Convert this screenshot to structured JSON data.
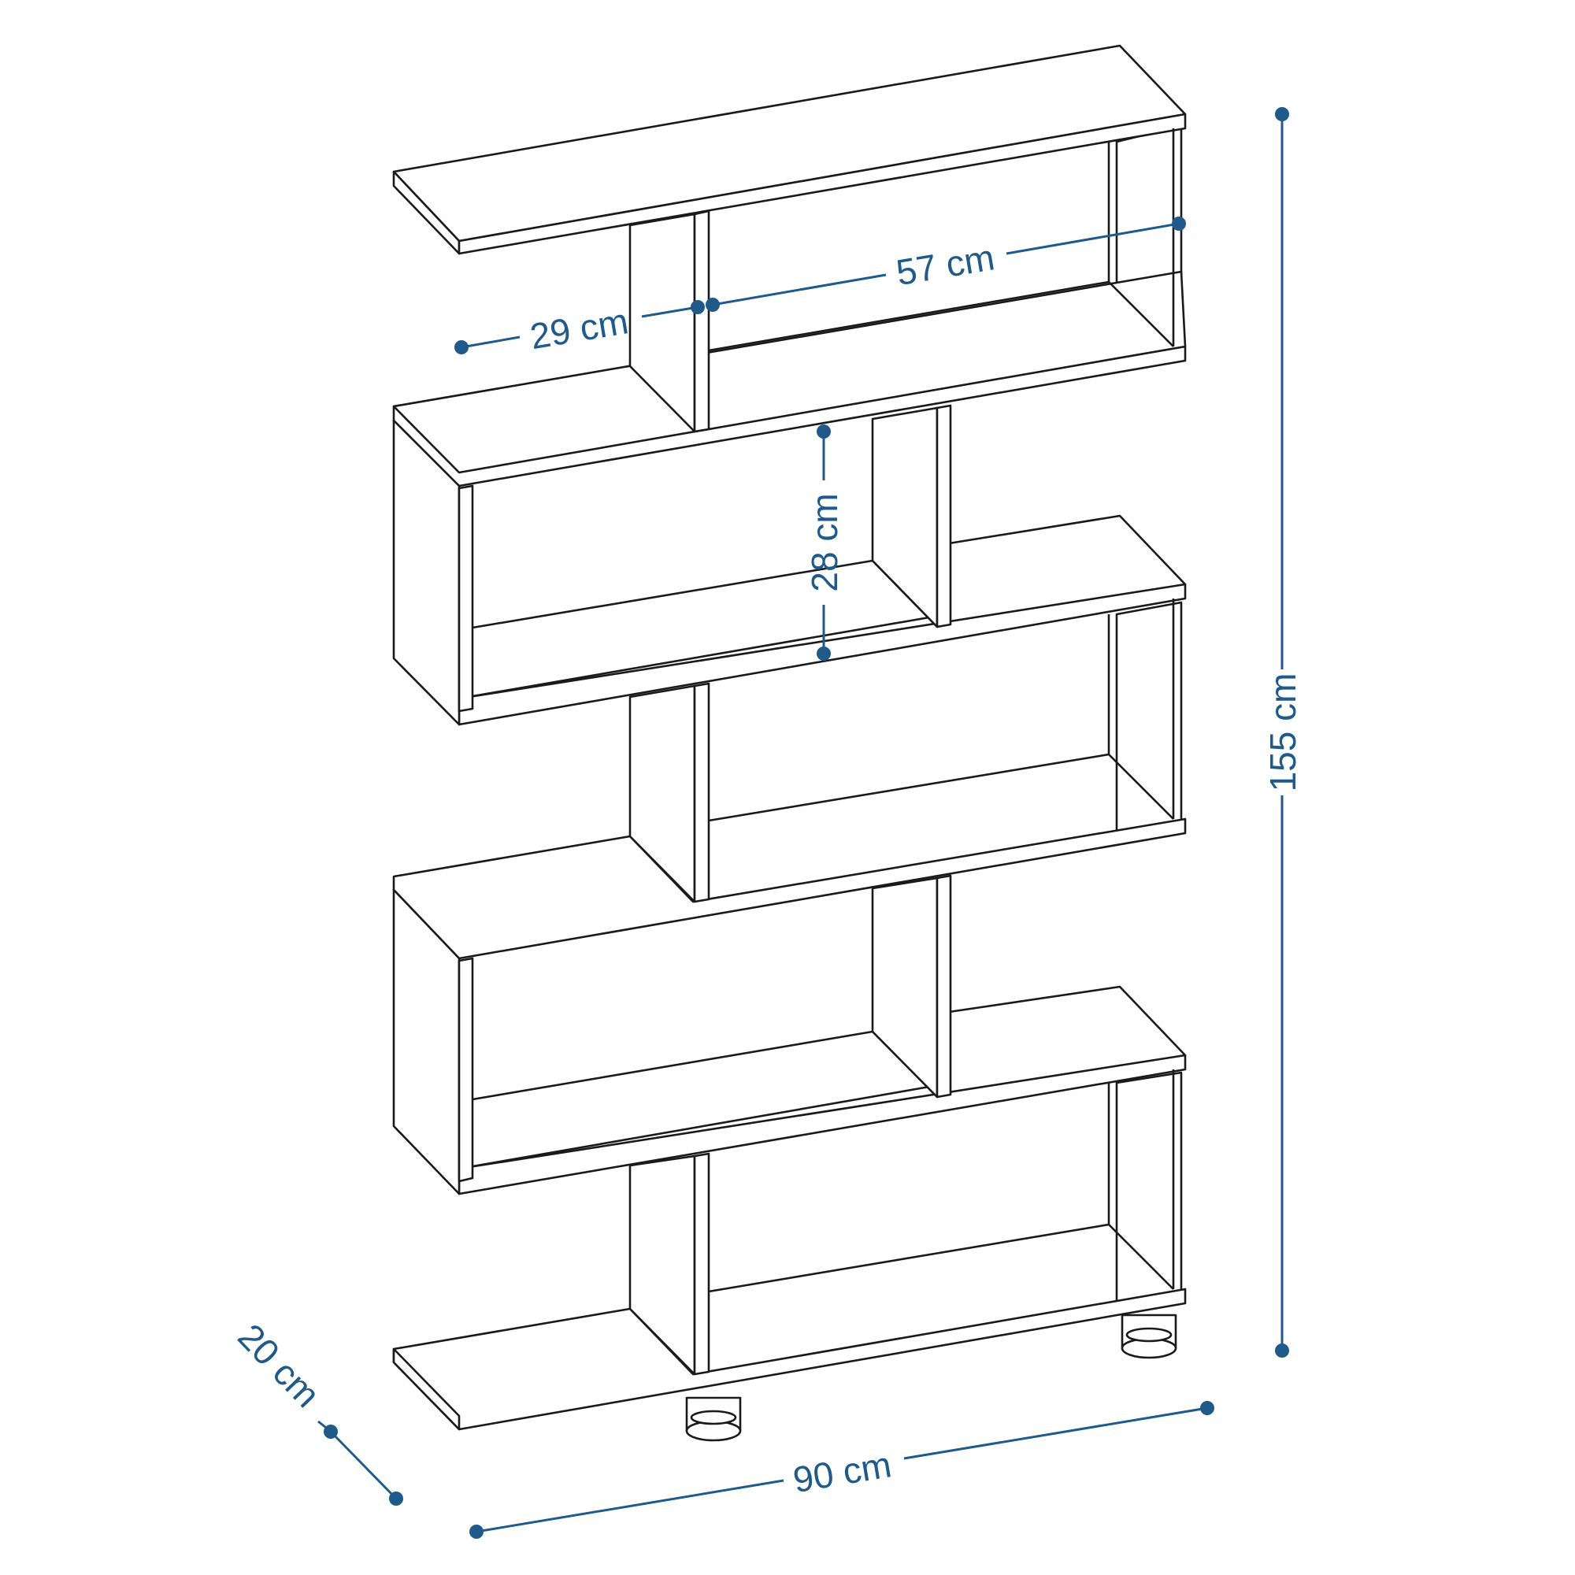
{
  "dimensions": {
    "height": {
      "label": "155 cm",
      "color": "#1f5a8a"
    },
    "width": {
      "label": "90 cm",
      "color": "#1f5a8a"
    },
    "depth": {
      "label": "20 cm",
      "color": "#1f5a8a"
    },
    "small_section_width": {
      "label": "29 cm"
    },
    "large_section_width": {
      "label": "57 cm"
    },
    "section_height": {
      "label": "28 cm"
    }
  },
  "colors": {
    "outline": "#1a1a1a",
    "dimension": "#1f5a8a",
    "background": "#ffffff"
  }
}
